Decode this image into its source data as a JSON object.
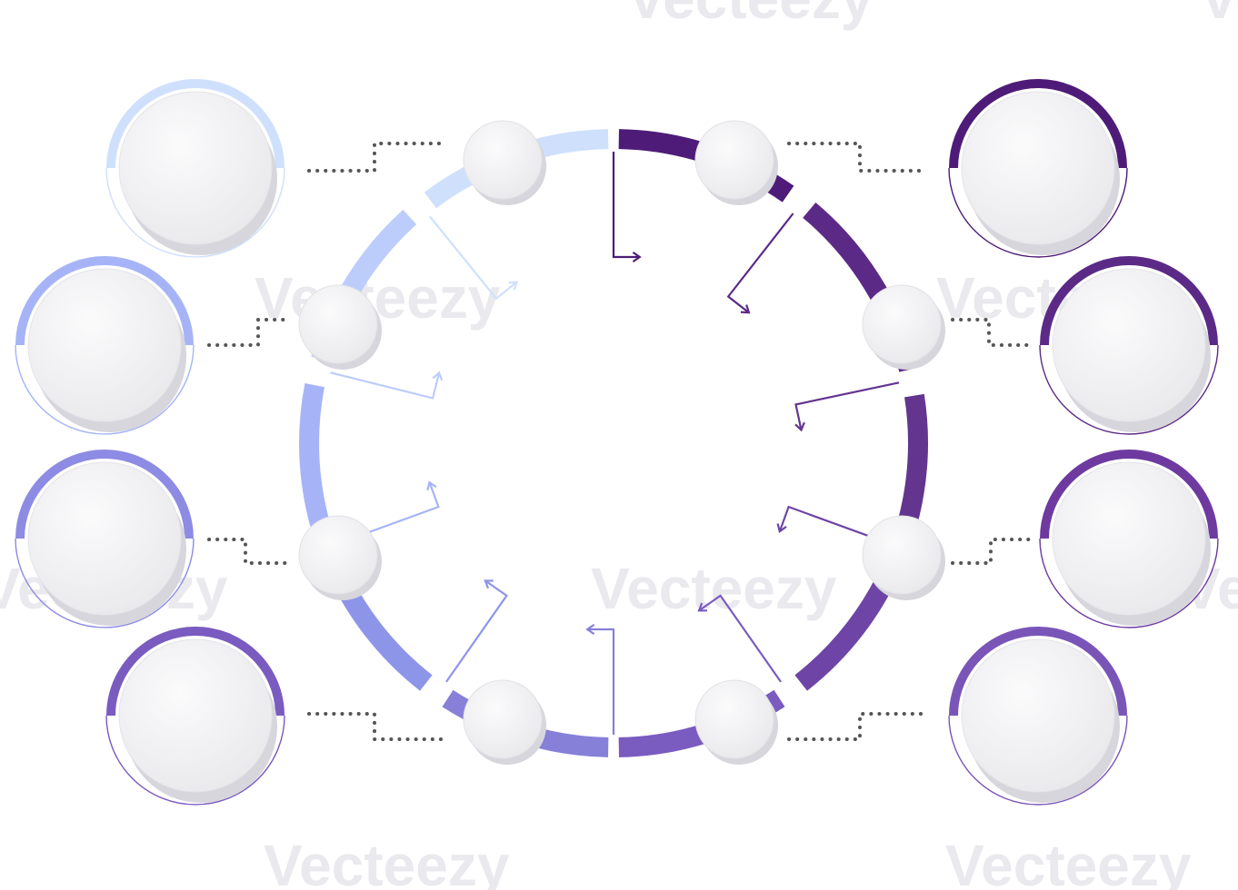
{
  "watermark": {
    "text": "Vecteezy"
  },
  "ring_segments": [
    {
      "id": 1,
      "color": "#4e1c78"
    },
    {
      "id": 2,
      "color": "#5b2a86"
    },
    {
      "id": 3,
      "color": "#63358f"
    },
    {
      "id": 4,
      "color": "#6e45a6"
    },
    {
      "id": 5,
      "color": "#7a5bc0"
    },
    {
      "id": 6,
      "color": "#8680d8"
    },
    {
      "id": 7,
      "color": "#8d95e8"
    },
    {
      "id": 8,
      "color": "#a6b4f7"
    },
    {
      "id": 9,
      "color": "#bccdfc"
    },
    {
      "id": 10,
      "color": "#cfe0fd"
    }
  ],
  "outer_circles": [
    {
      "id": "top-left",
      "color": "#cfe0fd"
    },
    {
      "id": "upper-left",
      "color": "#a6b4f7"
    },
    {
      "id": "lower-left",
      "color": "#8d8be3"
    },
    {
      "id": "bottom-left",
      "color": "#7a5bc0"
    },
    {
      "id": "top-right",
      "color": "#4e1c78"
    },
    {
      "id": "upper-right",
      "color": "#5b2a86"
    },
    {
      "id": "lower-right",
      "color": "#6e3aa0"
    },
    {
      "id": "bottom-right",
      "color": "#7a55b8"
    }
  ],
  "colors": {
    "node_fill": "#f1f1f3",
    "node_shadow": "#d6d6dc",
    "connector_dots": "#555555"
  }
}
